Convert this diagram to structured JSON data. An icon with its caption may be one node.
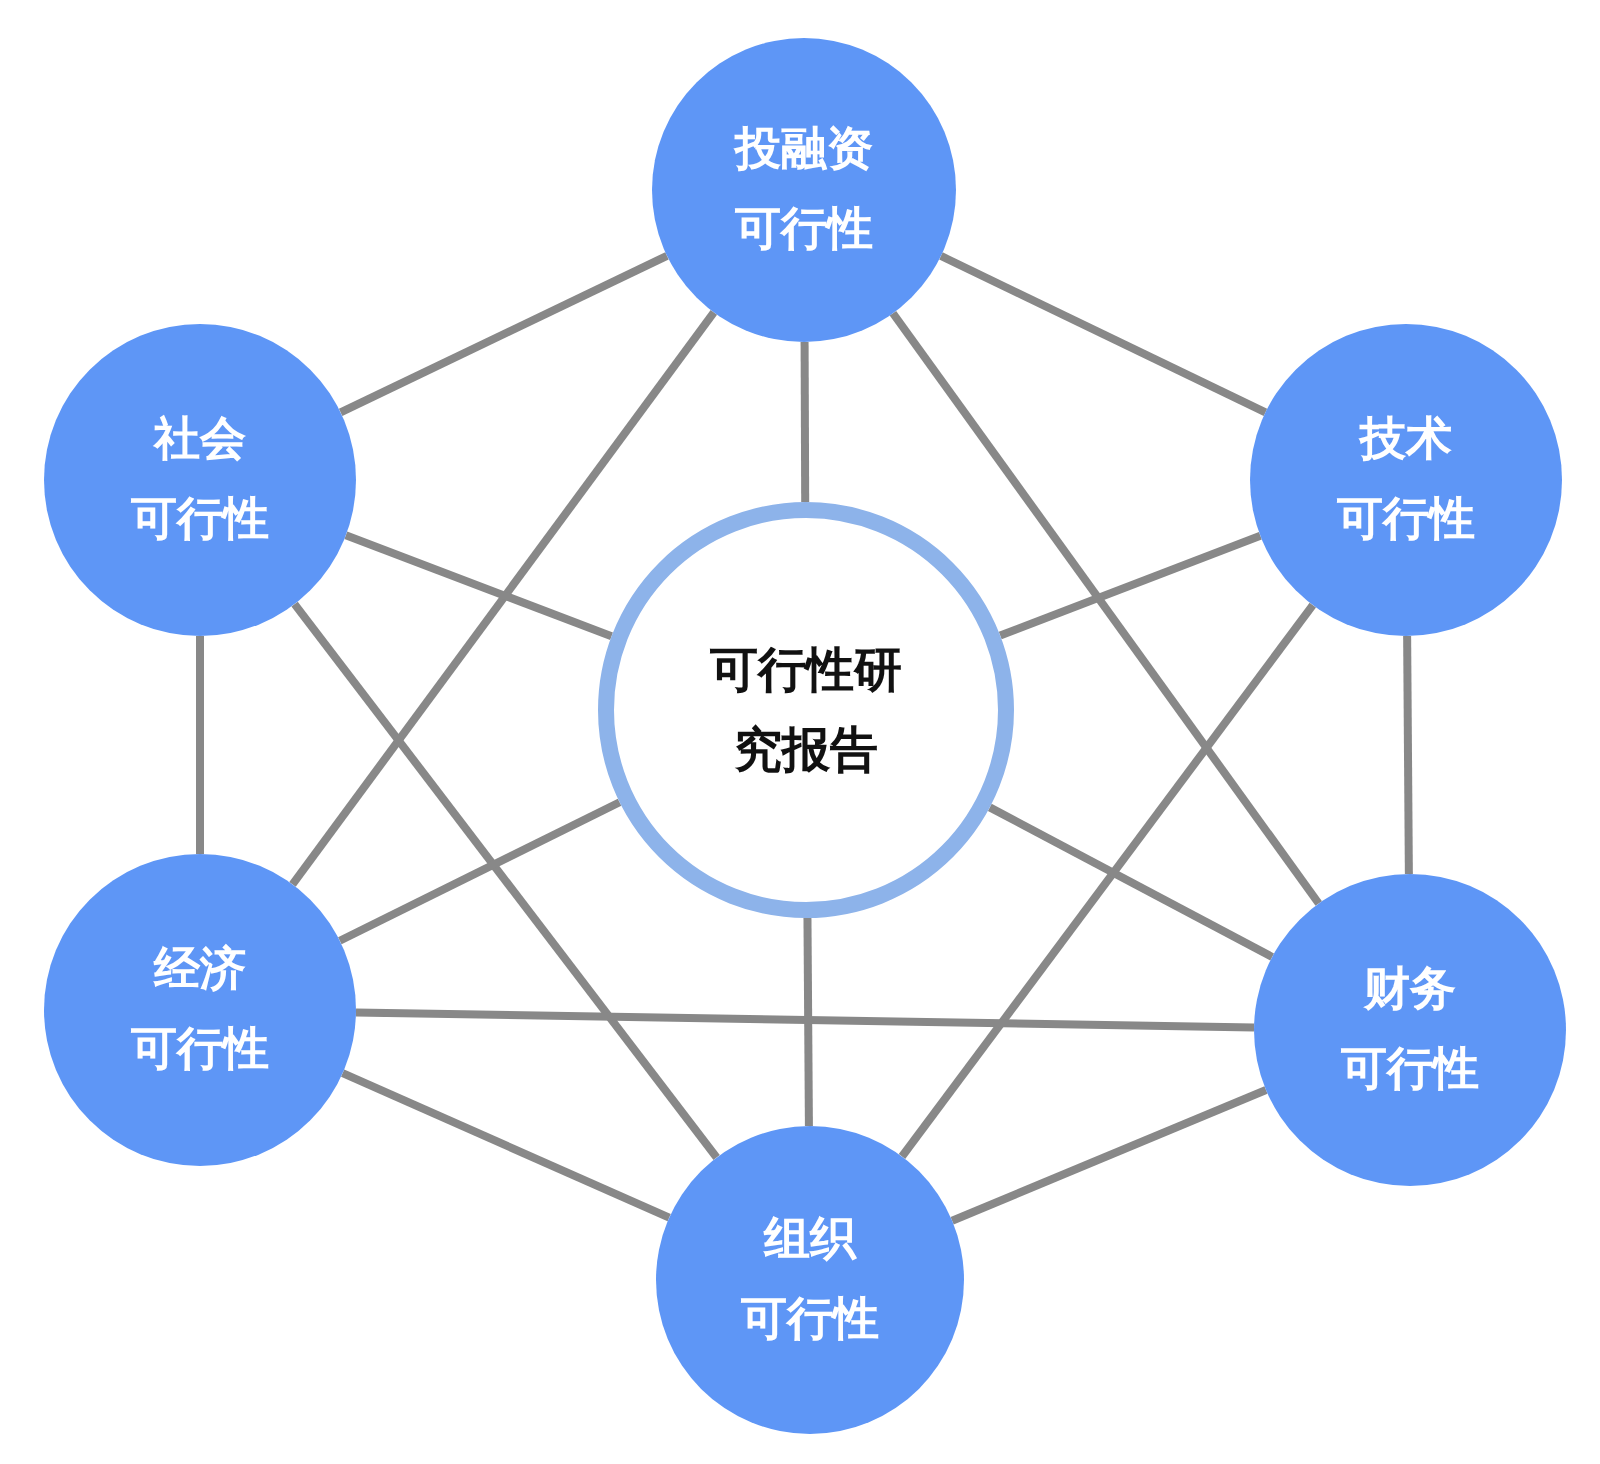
{
  "diagram": {
    "nodes": [
      {
        "text": [
          "投融资",
          "可行性"
        ]
      },
      {
        "text": [
          "社会",
          "可行性"
        ]
      },
      {
        "text": [
          "技术",
          "可行性"
        ]
      },
      {
        "text": [
          "可行性研究报告"
        ]
      },
      {
        "text": [
          "经济",
          "可行性"
        ]
      },
      {
        "text": [
          "财务",
          "可行性"
        ]
      },
      {
        "text": [
          "组织",
          "可行性"
        ]
      }
    ],
    "edges": [
      {
        "from": 0,
        "to": 1,
        "arrow": "none"
      },
      {
        "from": 0,
        "to": 2,
        "arrow": "none"
      },
      {
        "from": 0,
        "to": 3,
        "arrow": "none"
      },
      {
        "from": 0,
        "to": 4,
        "arrow": "none"
      },
      {
        "from": 0,
        "to": 5,
        "arrow": "none"
      },
      {
        "from": 1,
        "to": 3,
        "arrow": "none"
      },
      {
        "from": 1,
        "to": 4,
        "arrow": "none"
      },
      {
        "from": 1,
        "to": 6,
        "arrow": "none"
      },
      {
        "from": 2,
        "to": 3,
        "arrow": "none"
      },
      {
        "from": 2,
        "to": 5,
        "arrow": "none"
      },
      {
        "from": 2,
        "to": 6,
        "arrow": "none"
      },
      {
        "from": 3,
        "to": 4,
        "arrow": "none"
      },
      {
        "from": 3,
        "to": 5,
        "arrow": "none"
      },
      {
        "from": 3,
        "to": 6,
        "arrow": "none"
      },
      {
        "from": 4,
        "to": 5,
        "arrow": "none"
      },
      {
        "from": 4,
        "to": 6,
        "arrow": "none"
      },
      {
        "from": 5,
        "to": 6,
        "arrow": "none"
      }
    ]
  }
}
